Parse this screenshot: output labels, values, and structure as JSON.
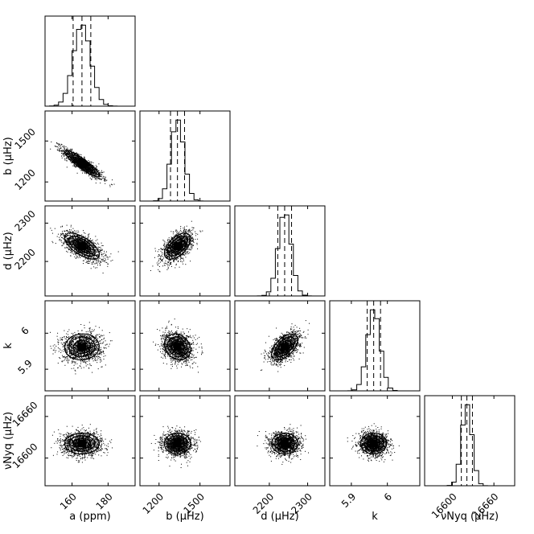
{
  "chart_data": {
    "type": "corner",
    "grid": false,
    "parameters": [
      {
        "key": "a",
        "label": "a (ppm)",
        "range": [
          145,
          195
        ],
        "ticks": [
          160,
          180
        ],
        "center": 165.5,
        "sigma": 4.8,
        "quantiles": [
          160.6,
          165.5,
          170.4
        ]
      },
      {
        "key": "b",
        "label": "b (μHz)",
        "range": [
          1060,
          1720
        ],
        "ticks": [
          1200,
          1500
        ],
        "center": 1335,
        "sigma": 48,
        "quantiles": [
          1284,
          1335,
          1387
        ]
      },
      {
        "key": "d",
        "label": "d (μHz)",
        "range": [
          2110,
          2345
        ],
        "ticks": [
          2200,
          2300
        ],
        "center": 2240,
        "sigma": 17,
        "quantiles": [
          2222,
          2240,
          2258
        ]
      },
      {
        "key": "k",
        "label": "k",
        "range": [
          5.84,
          6.09
        ],
        "ticks": [
          5.9,
          6.0
        ],
        "center": 5.962,
        "sigma": 0.018,
        "quantiles": [
          5.944,
          5.962,
          5.981
        ]
      },
      {
        "key": "nu_nyq",
        "label": "νNyq (μHz)",
        "range": [
          16560,
          16690
        ],
        "ticks": [
          16600,
          16660
        ],
        "center": 16621,
        "sigma": 7.5,
        "quantiles": [
          16613,
          16621,
          16629
        ]
      }
    ],
    "correlations": [
      {
        "pair": [
          "a",
          "b"
        ],
        "rho": -0.9
      },
      {
        "pair": [
          "a",
          "d"
        ],
        "rho": -0.65
      },
      {
        "pair": [
          "b",
          "d"
        ],
        "rho": 0.55
      },
      {
        "pair": [
          "a",
          "k"
        ],
        "rho": 0.05
      },
      {
        "pair": [
          "b",
          "k"
        ],
        "rho": -0.2
      },
      {
        "pair": [
          "d",
          "k"
        ],
        "rho": 0.55
      },
      {
        "pair": [
          "a",
          "nu_nyq"
        ],
        "rho": 0.0
      },
      {
        "pair": [
          "b",
          "nu_nyq"
        ],
        "rho": 0.0
      },
      {
        "pair": [
          "d",
          "nu_nyq"
        ],
        "rho": 0.0
      },
      {
        "pair": [
          "k",
          "nu_nyq"
        ],
        "rho": 0.0
      }
    ],
    "histogram_bins": 20,
    "contour_levels_sigma": [
      0.5,
      1.0,
      1.5,
      2.0
    ],
    "colors": {
      "points": "#000000",
      "contour_fill": [
        "#ffffff",
        "#d9d9d9",
        "#9a9a9a",
        "#4a4a4a",
        "#000000"
      ],
      "lines": "#000000"
    }
  }
}
